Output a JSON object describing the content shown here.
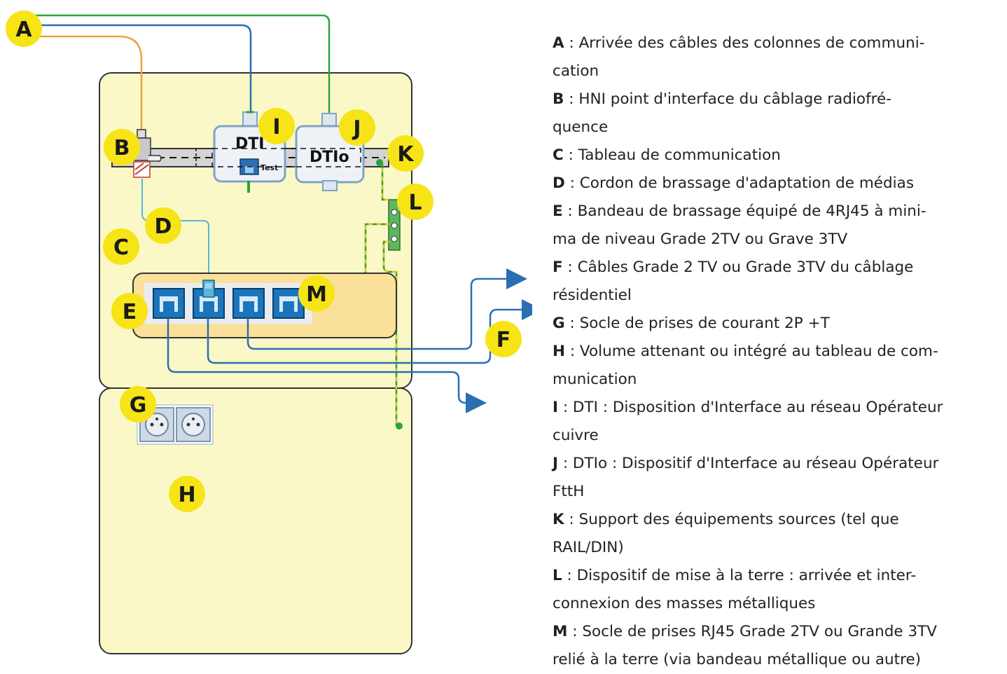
{
  "diagram": {
    "badges": {
      "A": "A",
      "B": "B",
      "C": "C",
      "D": "D",
      "E": "E",
      "F": "F",
      "G": "G",
      "H": "H",
      "I": "I",
      "J": "J",
      "K": "K",
      "L": "L",
      "M": "M"
    },
    "devices": {
      "dti": "DTI",
      "dtio": "DTIo",
      "test": "Test"
    }
  },
  "colors": {
    "panel_fill": "#fbf8c8",
    "badge_fill": "#f7e417",
    "cable_blue": "#2a6fb3",
    "cable_green": "#2da33a",
    "cable_orange": "#f0a23a",
    "cable_light_blue": "#5ab4dc",
    "patch_panel_fill": "#fbe099",
    "rj45_blue": "#1b75bc"
  },
  "legend": [
    {
      "key": "A",
      "sep": " : ",
      "text": "Arrivée des câbles des colonnes de communi-",
      "cont": "cation"
    },
    {
      "key": "B",
      "sep": " : ",
      "text": "HNI point d'interface du câblage radiofré-",
      "cont": "quence"
    },
    {
      "key": "C",
      "sep": " : ",
      "text": "Tableau de communication",
      "cont": ""
    },
    {
      "key": "D",
      "sep": " : ",
      "text": "Cordon de brassage d'adaptation de médias",
      "cont": ""
    },
    {
      "key": "E",
      "sep": " : ",
      "text": "Bandeau de brassage équipé de 4RJ45 à mini-",
      "cont": "ma de niveau Grade 2TV ou Grave 3TV"
    },
    {
      "key": "F",
      "sep": " : ",
      "text": "Câbles Grade 2 TV ou Grade 3TV du câblage",
      "cont": "résidentiel"
    },
    {
      "key": "G",
      "sep": " : ",
      "text": "Socle de prises de courant 2P +T",
      "cont": ""
    },
    {
      "key": "H",
      "sep": " : ",
      "text": "Volume attenant ou intégré au tableau de com-",
      "cont": "munication"
    },
    {
      "key": "I",
      "sep": " : ",
      "text": "DTI : Disposition d'Interface au réseau Opérateur",
      "cont": "cuivre"
    },
    {
      "key": "J",
      "sep": " : ",
      "text": "DTIo : Dispositif d'Interface au réseau Opérateur",
      "cont": "FttH"
    },
    {
      "key": "K",
      "sep": " : ",
      "text": "Support des équipements sources (tel que",
      "cont": "RAIL/DIN)"
    },
    {
      "key": "L",
      "sep": " : ",
      "text": "Dispositif de mise à la terre : arrivée et inter-",
      "cont": "connexion des masses métalliques"
    },
    {
      "key": "M",
      "sep": " : ",
      "text": "Socle de prises RJ45 Grade 2TV ou Grande 3TV",
      "cont": "relié à la terre (via bandeau métallique ou autre)"
    }
  ]
}
